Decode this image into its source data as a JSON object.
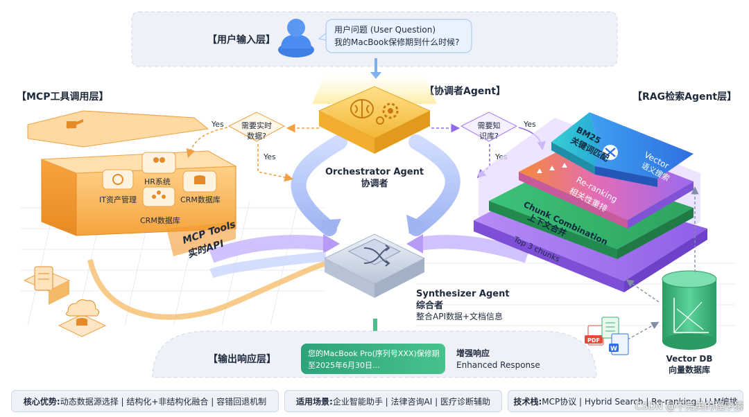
{
  "layers": {
    "input": "【用户输入层】",
    "mcp": "【MCP工具调用层】",
    "coordinator": "【协调者Agent】",
    "rag": "【RAG检索Agent层】",
    "output": "【输出响应层】"
  },
  "user_bubble": {
    "line1": "用户问题 (User Question)",
    "line2": "我的MacBook保修期到什么时候?"
  },
  "orchestrator": {
    "name": "Orchestrator Agent",
    "cn": "协调者"
  },
  "decision_left": {
    "line1": "需要实时",
    "line2": "数据?",
    "yes1": "Yes",
    "yes2": "Yes"
  },
  "decision_right": {
    "line1": "需要知",
    "line2": "识库?",
    "yes1": "Yes",
    "yes2": "Yes"
  },
  "mcp_box": {
    "items": [
      "HR系统",
      "IT资产管理",
      "CRM数据库",
      "CRM数据库"
    ],
    "label1": "MCP Tools",
    "label2": "实时API"
  },
  "rag_stack": {
    "bm25_1": "BM25",
    "bm25_2": "关键词匹配",
    "vector_1": "Vector",
    "vector_2": "语义搜索",
    "rerank_1": "Re-ranking",
    "rerank_2": "相关性重排",
    "chunk_1": "Chunk Combination",
    "chunk_2": "上下文合并",
    "top3": "Top 3 chunks"
  },
  "synthesizer": {
    "name": "Synthesizer Agent",
    "cn": "综合者",
    "desc": "整合API数据+文档信息"
  },
  "vector_db": {
    "line1": "Vector DB",
    "line2": "向量数据库"
  },
  "docs": {
    "pdf": "PDF",
    "word": "W"
  },
  "response": {
    "bubble1": "您的MacBook Pro(序列号XXX)保修期",
    "bubble2": "至2025年6月30日...",
    "label1": "增强响应",
    "label2": "Enhanced Response"
  },
  "bottom": {
    "advantages_label": "核心优势:",
    "advantages": "动态数据源选择 | 结构化+非结构化融合 | 容错回退机制",
    "scenarios_label": "适用场景:",
    "scenarios": "企业智能助手 | 法律咨询AI | 医疗诊断辅助",
    "stack_label": "技术栈:",
    "stack": "MCP协议 | Hybrid Search | Re-ranking | LLM编排"
  },
  "watermark": "CSDN @不完美的程序猿",
  "colors": {
    "orange": "#f7a93b",
    "gold": "#f5c242",
    "purple": "#a57bf0",
    "teal": "#2bbfc9",
    "blue": "#3a7ee8",
    "green": "#37b36d",
    "gray_card": "#eef2f8"
  }
}
